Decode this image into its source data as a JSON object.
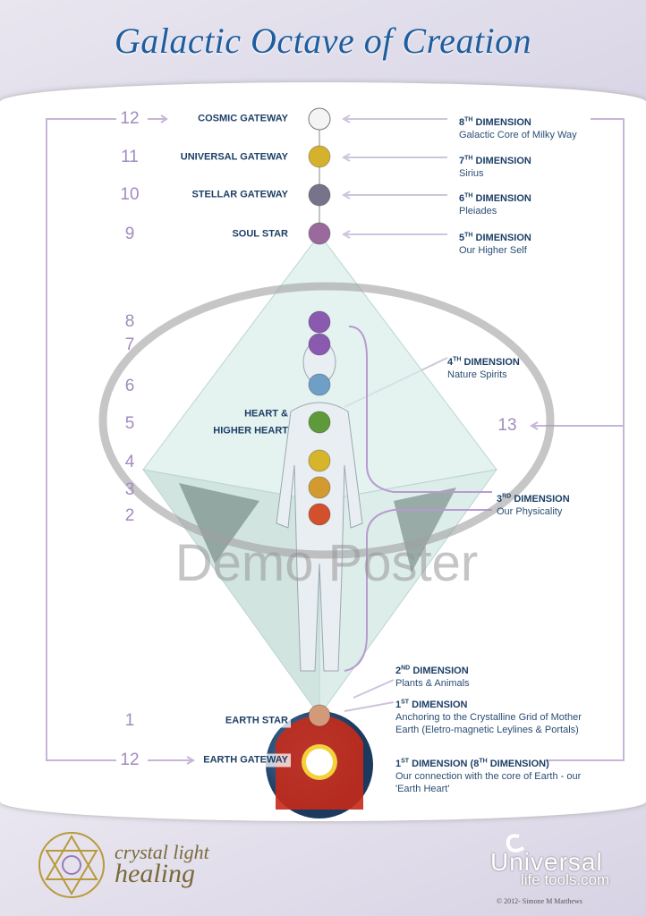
{
  "title": "Galactic Octave of Creation",
  "left_numbers": [
    "12",
    "11",
    "10",
    "9",
    "8",
    "7",
    "6",
    "5",
    "4",
    "3",
    "2",
    "1",
    "12"
  ],
  "right_number": "13",
  "chakra_labels": {
    "cosmic": "COSMIC GATEWAY",
    "universal": "UNIVERSAL GATEWAY",
    "stellar": "STELLAR GATEWAY",
    "soul": "SOUL STAR",
    "heart": "HEART &",
    "higher_heart": "HIGHER HEART",
    "earth_star": "EARTH STAR",
    "earth_gateway": "EARTH GATEWAY"
  },
  "dimensions": [
    {
      "ord": "8",
      "sup": "TH",
      "name": "DIMENSION",
      "desc": "Galactic Core of Milky Way"
    },
    {
      "ord": "7",
      "sup": "TH",
      "name": "DIMENSION",
      "desc": "Sirius"
    },
    {
      "ord": "6",
      "sup": "TH",
      "name": "DIMENSION",
      "desc": "Pleiades"
    },
    {
      "ord": "5",
      "sup": "TH",
      "name": "DIMENSION",
      "desc": "Our Higher Self"
    },
    {
      "ord": "4",
      "sup": "TH",
      "name": "DIMENSION",
      "desc": "Nature Spirits"
    },
    {
      "ord": "3",
      "sup": "RD",
      "name": "DIMENSION",
      "desc": "Our Physicality"
    },
    {
      "ord": "2",
      "sup": "ND",
      "name": "DIMENSION",
      "desc": "Plants & Animals"
    },
    {
      "ord": "1",
      "sup": "ST",
      "name": "DIMENSION",
      "desc": "Anchoring to the Crystalline Grid of Mother Earth (Eletro-magnetic Leylines & Portals)"
    },
    {
      "ord": "1",
      "sup": "ST",
      "name": "DIMENSION (8",
      "sup2": "TH",
      "name2": " DIMENSION)",
      "desc": "Our connection with the core of Earth - our 'Earth Heart'"
    }
  ],
  "sphere_colors": [
    "#f4f4f4",
    "#d4b22e",
    "#77738a",
    "#9a6a9c",
    "#8a5ab0",
    "#8a5ab0",
    "#6f9fc7",
    "#5e9a3a",
    "#d6b52a",
    "#d39a30",
    "#d2502c",
    "#d39a7a"
  ],
  "watermark": "Demo Poster",
  "footer": {
    "brand_left_1": "crystal light",
    "brand_left_2": "healing",
    "brand_right_1": "Universal",
    "brand_right_2": "life tools.com",
    "copyright": "© 2012- Simone M Matthews"
  }
}
